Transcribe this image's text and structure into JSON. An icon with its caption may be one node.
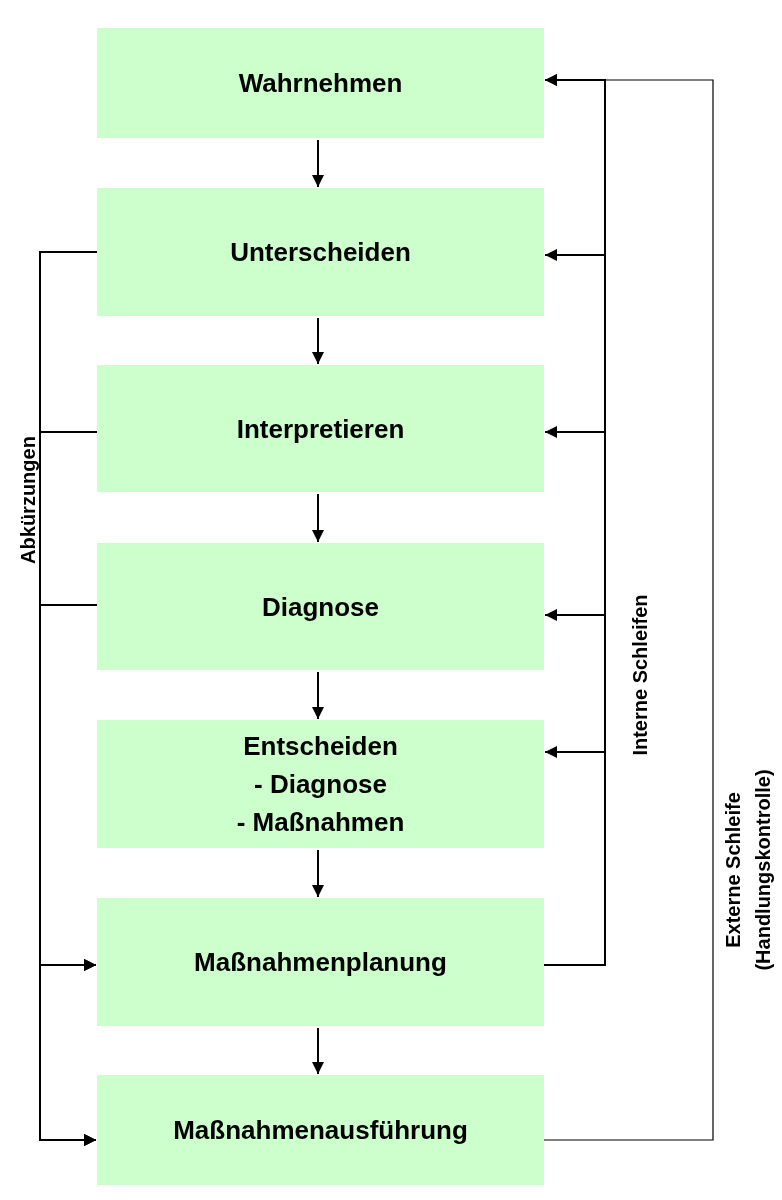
{
  "diagram": {
    "nodes": [
      {
        "text": [
          "Wahrnehmen"
        ]
      },
      {
        "text": [
          "Unterscheiden"
        ]
      },
      {
        "text": [
          "Interpretieren"
        ]
      },
      {
        "text": [
          "Diagnose"
        ]
      },
      {
        "text": [
          "Entscheiden",
          "- Diagnose",
          "- Maßnahmen"
        ]
      },
      {
        "text": [
          "Maßnahmenplanung"
        ]
      },
      {
        "text": [
          "Maßnahmenausführung"
        ]
      }
    ],
    "edges": [
      {
        "from": 0,
        "to": 1,
        "arrow": "to"
      },
      {
        "from": 1,
        "to": 2,
        "arrow": "to"
      },
      {
        "from": 2,
        "to": 3,
        "arrow": "to"
      },
      {
        "from": 3,
        "to": 4,
        "arrow": "to"
      },
      {
        "from": 4,
        "to": 5,
        "arrow": "to"
      },
      {
        "from": 5,
        "to": 6,
        "arrow": "to"
      },
      {
        "from": 1,
        "to": 5,
        "arrow": "to"
      },
      {
        "from": 1,
        "to": 6,
        "arrow": "to"
      },
      {
        "from": 2,
        "to": 5,
        "arrow": "to"
      },
      {
        "from": 2,
        "to": 6,
        "arrow": "to"
      },
      {
        "from": 3,
        "to": 5,
        "arrow": "to"
      },
      {
        "from": 3,
        "to": 6,
        "arrow": "to"
      },
      {
        "from": 5,
        "to": 0,
        "arrow": "to"
      },
      {
        "from": 5,
        "to": 1,
        "arrow": "to"
      },
      {
        "from": 5,
        "to": 2,
        "arrow": "to"
      },
      {
        "from": 5,
        "to": 3,
        "arrow": "to"
      },
      {
        "from": 5,
        "to": 4,
        "arrow": "to"
      },
      {
        "from": 6,
        "to": 0,
        "arrow": "to"
      }
    ],
    "labels": [
      "Abkürzungen",
      "Interne Schleifen",
      "Externe Schleife (Handlungskontrolle)"
    ]
  }
}
